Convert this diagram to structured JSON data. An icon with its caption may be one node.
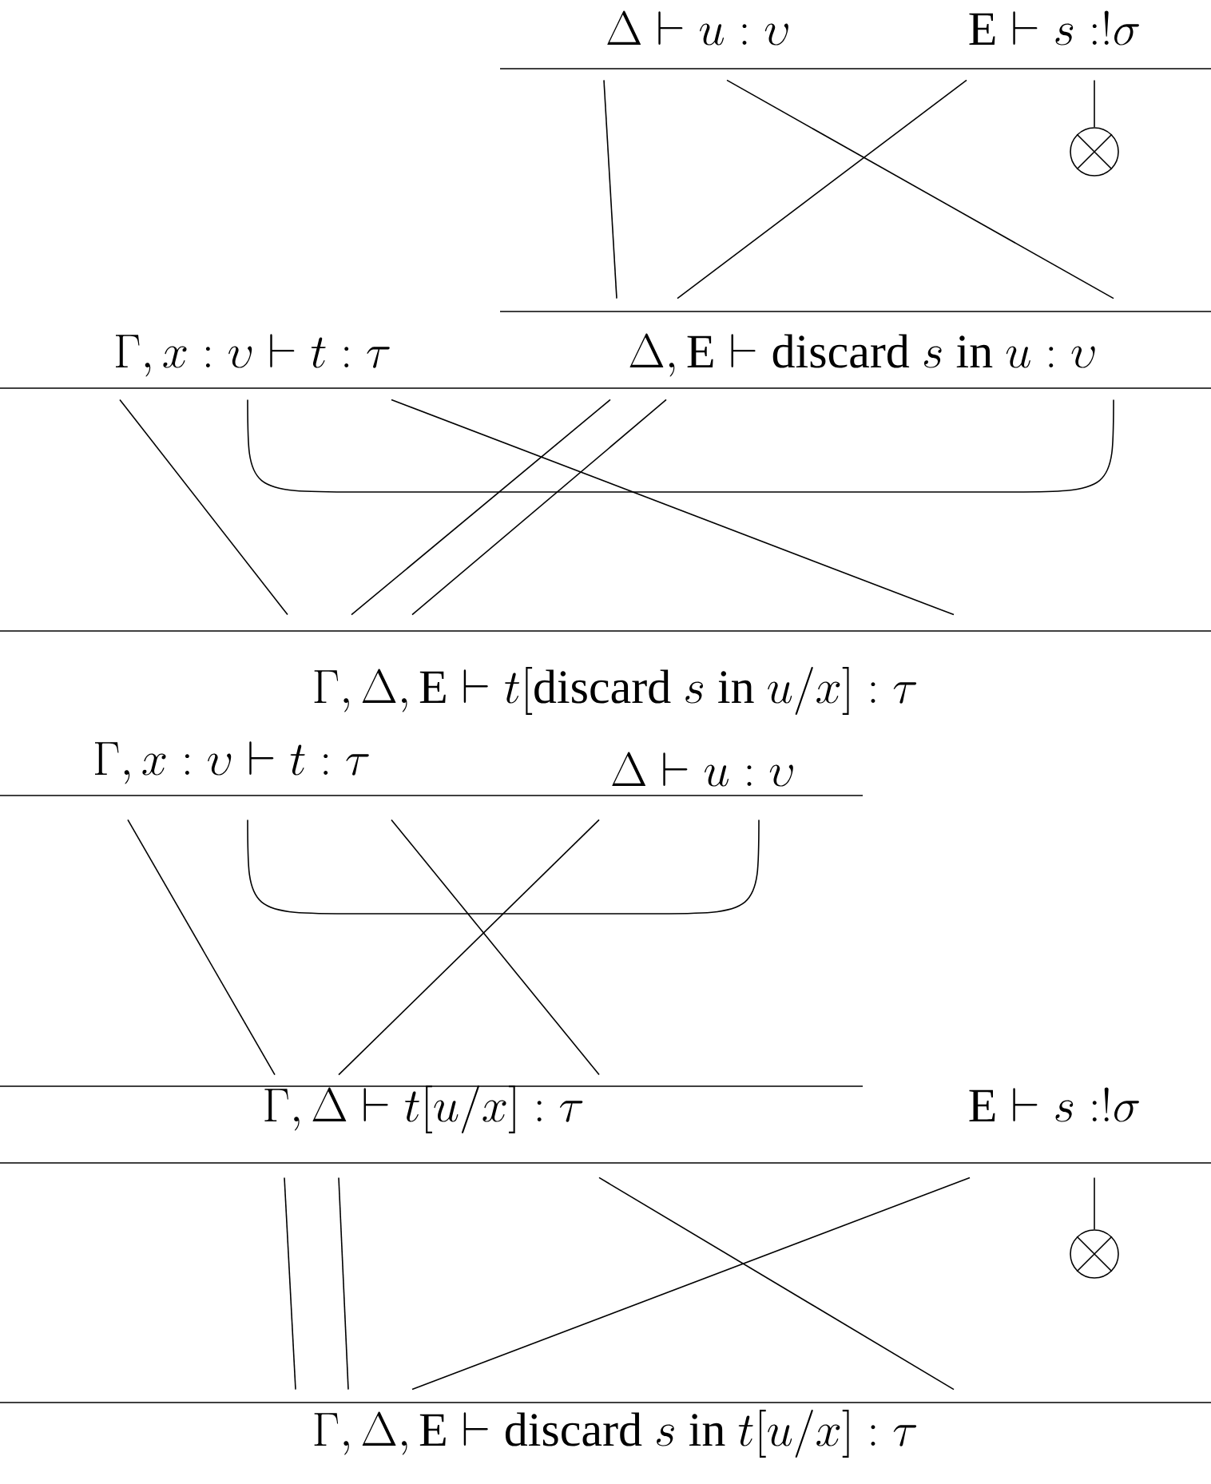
{
  "diagram": {
    "nodes": [
      {
        "text": [
          "\\Delta \\vdash u : \\upsilon"
        ]
      },
      {
        "text": [
          "\\mathrm{E} \\vdash s : !\\sigma"
        ]
      },
      {
        "text": [],
        "shape": "circle"
      },
      {
        "text": [
          "\\Delta, \\mathrm{E} \\vdash \\mathrm{discard}\\ s\\ \\mathrm{in}\\ u : \\upsilon"
        ]
      },
      {
        "text": [
          "\\Gamma, x : \\upsilon \\vdash t : \\tau"
        ]
      },
      {
        "text": [
          "\\Gamma, \\Delta, \\mathrm{E} \\vdash t[\\mathrm{discard}\\ s\\ \\mathrm{in}\\ u/x] : \\tau"
        ]
      },
      {
        "text": [
          "\\Gamma, x : \\upsilon \\vdash t : \\tau"
        ]
      },
      {
        "text": [
          "\\Delta \\vdash u : \\upsilon"
        ]
      },
      {
        "text": [
          "\\Gamma, \\Delta \\vdash t[u/x] : \\tau"
        ]
      },
      {
        "text": [
          "\\mathrm{E} \\vdash s : !\\sigma"
        ]
      },
      {
        "text": [],
        "shape": "circle"
      },
      {
        "text": [
          "\\Gamma, \\Delta, \\mathrm{E} \\vdash \\mathrm{discard}\\ s\\ \\mathrm{in}\\ t[u/x] : \\tau"
        ]
      }
    ],
    "edges": [
      {
        "from": 0,
        "to": 3,
        "arrow": "none"
      },
      {
        "from": 0,
        "to": 3,
        "arrow": "none"
      },
      {
        "from": 1,
        "to": 3,
        "arrow": "none"
      },
      {
        "from": 1,
        "to": 2,
        "arrow": "none"
      },
      {
        "from": 4,
        "to": 5,
        "arrow": "none"
      },
      {
        "from": 4,
        "to": 3,
        "arrow": "none"
      },
      {
        "from": 4,
        "to": 5,
        "arrow": "none"
      },
      {
        "from": 3,
        "to": 5,
        "arrow": "none"
      },
      {
        "from": 3,
        "to": 5,
        "arrow": "none"
      },
      {
        "from": 6,
        "to": 8,
        "arrow": "none"
      },
      {
        "from": 6,
        "to": 7,
        "arrow": "none"
      },
      {
        "from": 6,
        "to": 8,
        "arrow": "none"
      },
      {
        "from": 7,
        "to": 8,
        "arrow": "none"
      },
      {
        "from": 8,
        "to": 11,
        "arrow": "none"
      },
      {
        "from": 8,
        "to": 11,
        "arrow": "none"
      },
      {
        "from": 8,
        "to": 11,
        "arrow": "none"
      },
      {
        "from": 9,
        "to": 11,
        "arrow": "none"
      },
      {
        "from": 9,
        "to": 10,
        "arrow": "none"
      }
    ]
  }
}
